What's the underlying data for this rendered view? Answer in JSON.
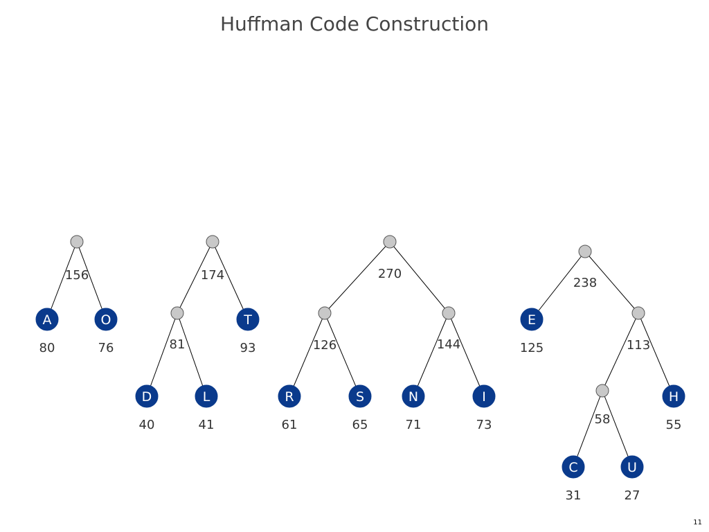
{
  "title": "Huffman Code Construction",
  "page_number": "11",
  "colors": {
    "leaf_fill": "#0a3a8c",
    "internal_fill": "#c8c8c8",
    "edge": "#000000",
    "text": "#333333"
  },
  "trees": [
    {
      "weight": "156",
      "children": [
        {
          "symbol": "A",
          "weight": "80"
        },
        {
          "symbol": "O",
          "weight": "76"
        }
      ]
    },
    {
      "weight": "174",
      "children": [
        {
          "weight": "81",
          "children": [
            {
              "symbol": "D",
              "weight": "40"
            },
            {
              "symbol": "L",
              "weight": "41"
            }
          ]
        },
        {
          "symbol": "T",
          "weight": "93"
        }
      ]
    },
    {
      "weight": "270",
      "children": [
        {
          "weight": "126",
          "children": [
            {
              "symbol": "R",
              "weight": "61"
            },
            {
              "symbol": "S",
              "weight": "65"
            }
          ]
        },
        {
          "weight": "144",
          "children": [
            {
              "symbol": "N",
              "weight": "71"
            },
            {
              "symbol": "I",
              "weight": "73"
            }
          ]
        }
      ]
    },
    {
      "weight": "238",
      "children": [
        {
          "symbol": "E",
          "weight": "125"
        },
        {
          "weight": "113",
          "children": [
            {
              "weight": "58",
              "children": [
                {
                  "symbol": "C",
                  "weight": "31"
                },
                {
                  "symbol": "U",
                  "weight": "27"
                }
              ]
            },
            {
              "symbol": "H",
              "weight": "55"
            }
          ]
        }
      ]
    }
  ]
}
